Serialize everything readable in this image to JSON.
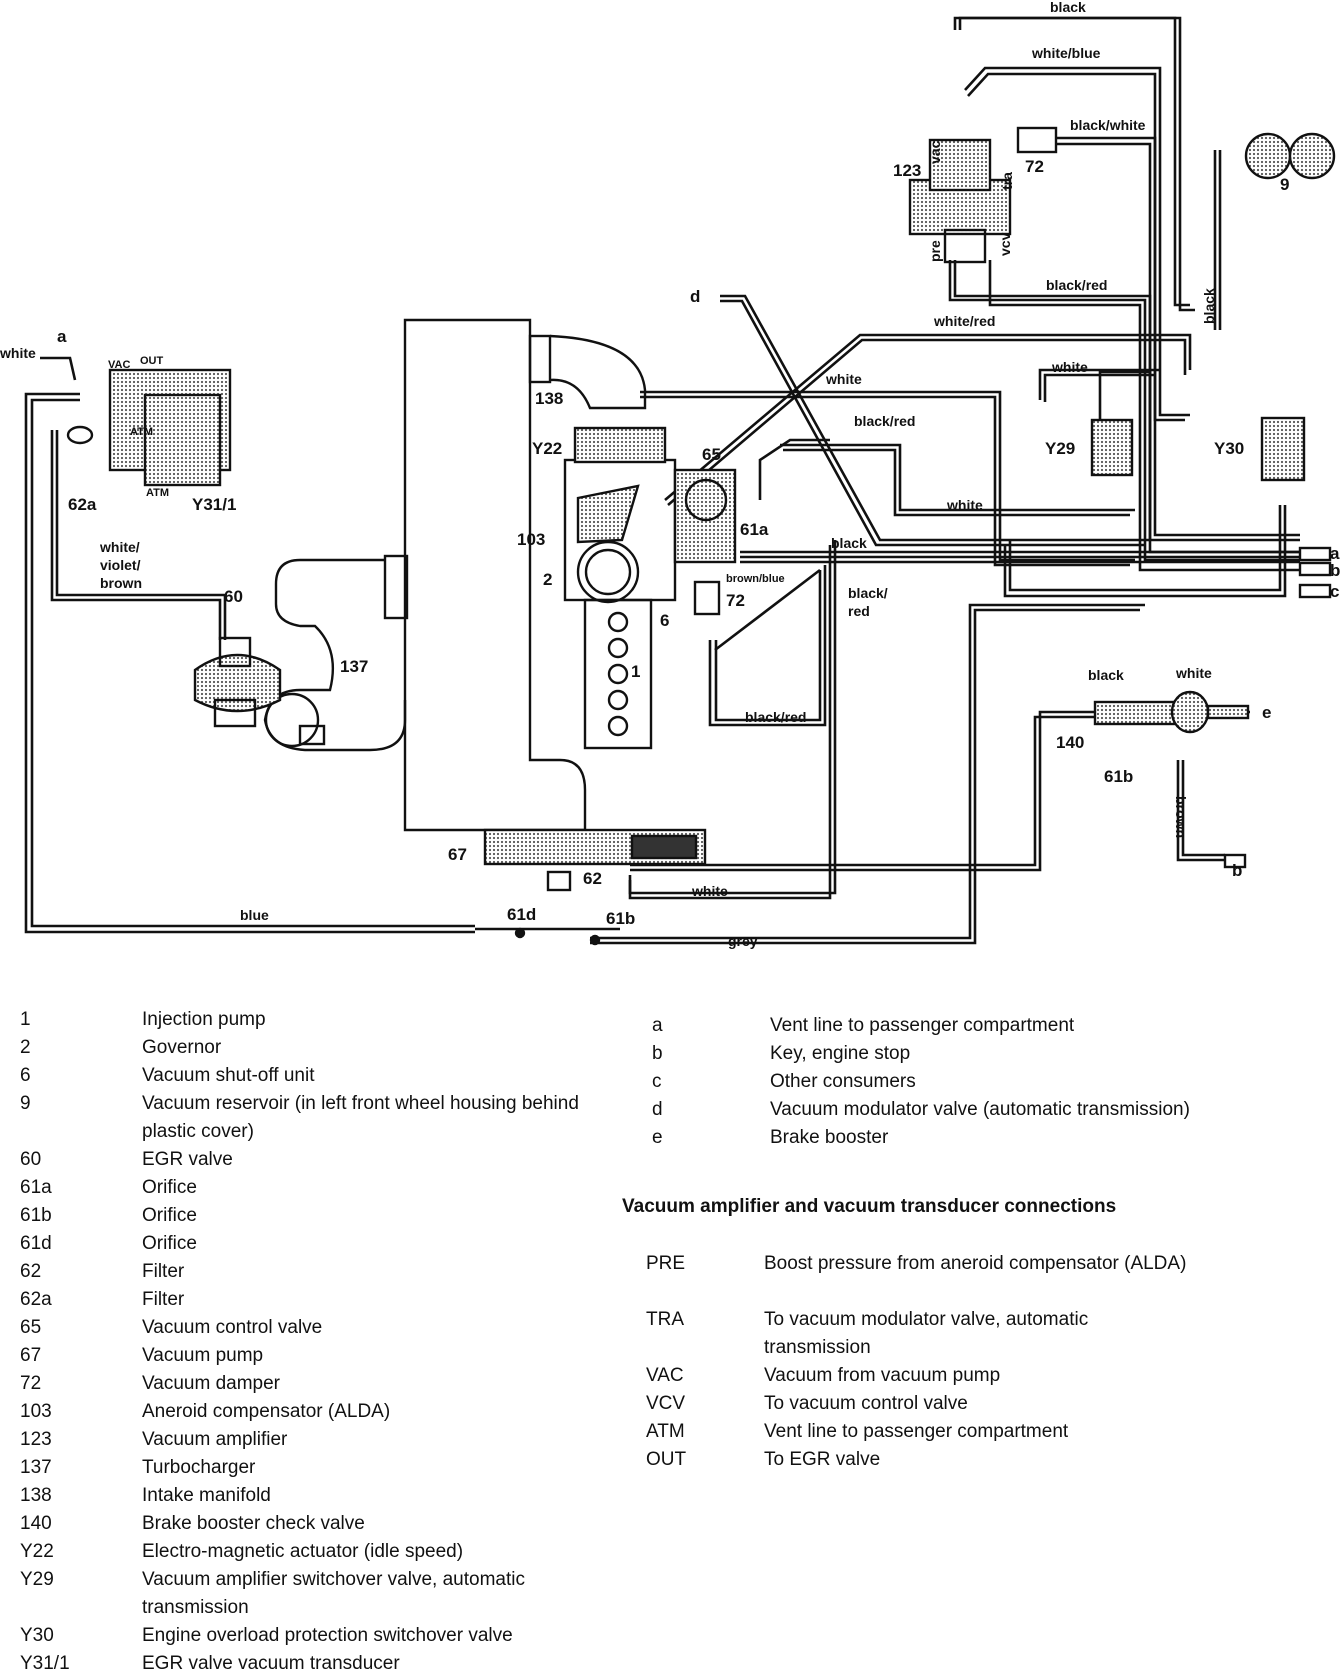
{
  "diagram": {
    "component_labels": {
      "c123": "123",
      "c72a": "72",
      "c9": "9",
      "cd": "d",
      "ca_top": "a",
      "c138": "138",
      "cY22": "Y22",
      "c65": "65",
      "c103": "103",
      "c2": "2",
      "c61a": "61a",
      "c72b": "72",
      "c6": "6",
      "c1": "1",
      "c137": "137",
      "c60": "60",
      "c62a": "62a",
      "cY31": "Y31/1",
      "cY29": "Y29",
      "cY30": "Y30",
      "c140": "140",
      "c61b_r": "61b",
      "c67": "67",
      "c62": "62",
      "c61d": "61d",
      "c61b_b": "61b",
      "ea": "a",
      "eb": "b",
      "ec": "c",
      "ee": "e",
      "eb2": "b"
    },
    "port_labels": {
      "vac": "vac",
      "tra": "tra",
      "pre": "pre",
      "vcv": "vcv",
      "VAC": "VAC",
      "OUT": "OUT",
      "ATM": "ATM",
      "ATM2": "ATM"
    },
    "wire_labels": {
      "w_black_top": "black",
      "w_white_blue": "white/blue",
      "w_black_white": "black/white",
      "w_black_red_1": "black/red",
      "w_white_red": "white/red",
      "w_black_v": "black",
      "w_white_1": "white",
      "w_white_2": "white",
      "w_black_red_2": "black/red",
      "w_white_3": "white",
      "w_black_1": "black",
      "w_brown_blue": "brown/blue",
      "w_black_red_3": "black/",
      "w_black_red_3b": "red",
      "w_black_red_4": "black/red",
      "w_white_left": "white",
      "w_wvb_1": "white/",
      "w_wvb_2": "violet/",
      "w_wvb_3": "brown",
      "w_black_r": "black",
      "w_white_r": "white",
      "w_brown": "brown",
      "w_white_bot": "white",
      "w_blue": "blue",
      "w_grey": "grey"
    }
  },
  "legend_left": [
    {
      "code": "1",
      "desc": "Injection pump"
    },
    {
      "code": "2",
      "desc": "Governor"
    },
    {
      "code": "6",
      "desc": "Vacuum shut-off unit"
    },
    {
      "code": "9",
      "desc": "Vacuum reservoir (in left front wheel housing behind plastic cover)"
    },
    {
      "code": "60",
      "desc": "EGR valve"
    },
    {
      "code": "61a",
      "desc": "Orifice"
    },
    {
      "code": "61b",
      "desc": "Orifice"
    },
    {
      "code": "61d",
      "desc": "Orifice"
    },
    {
      "code": "62",
      "desc": "Filter"
    },
    {
      "code": "62a",
      "desc": "Filter"
    },
    {
      "code": "65",
      "desc": "Vacuum control valve"
    },
    {
      "code": "67",
      "desc": "Vacuum pump"
    },
    {
      "code": "72",
      "desc": "Vacuum damper"
    },
    {
      "code": "103",
      "desc": "Aneroid compensator (ALDA)"
    },
    {
      "code": "123",
      "desc": "Vacuum amplifier"
    },
    {
      "code": "137",
      "desc": "Turbocharger"
    },
    {
      "code": "138",
      "desc": "Intake manifold"
    },
    {
      "code": "140",
      "desc": "Brake booster check valve"
    },
    {
      "code": "Y22",
      "desc": "Electro-magnetic actuator (idle speed)"
    },
    {
      "code": "Y29",
      "desc": "Vacuum amplifier switchover valve, automatic transmission"
    },
    {
      "code": "Y30",
      "desc": "Engine overload protection switchover valve"
    },
    {
      "code": "Y31/1",
      "desc": "EGR valve vacuum transducer"
    }
  ],
  "legend_right": [
    {
      "code": "a",
      "desc": "Vent line to passenger compartment"
    },
    {
      "code": "b",
      "desc": "Key, engine stop"
    },
    {
      "code": "c",
      "desc": "Other consumers"
    },
    {
      "code": "d",
      "desc": "Vacuum modulator valve (automatic transmission)"
    },
    {
      "code": "e",
      "desc": "Brake booster"
    }
  ],
  "connections_heading": "Vacuum amplifier and vacuum transducer connections",
  "legend_connections": [
    {
      "code": "PRE",
      "desc": "Boost pressure from aneroid compensator (ALDA)"
    },
    {
      "code": "TRA",
      "desc": "To vacuum modulator valve, automatic transmission"
    },
    {
      "code": "VAC",
      "desc": "Vacuum from vacuum pump"
    },
    {
      "code": "VCV",
      "desc": "To vacuum control valve"
    },
    {
      "code": "ATM",
      "desc": "Vent line to passenger compartment"
    },
    {
      "code": "OUT",
      "desc": "To EGR valve"
    }
  ]
}
